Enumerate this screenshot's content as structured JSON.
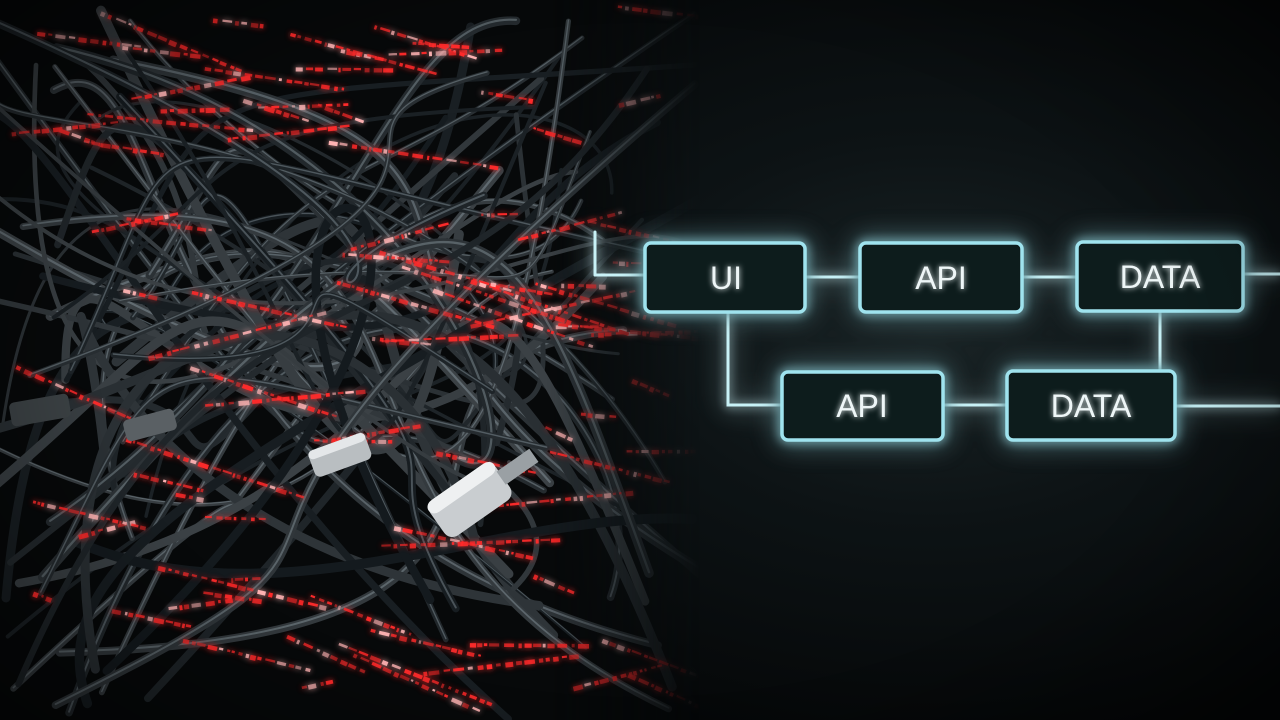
{
  "diagram": {
    "nodes": [
      {
        "id": "ui",
        "label": "UI"
      },
      {
        "id": "api_top",
        "label": "API"
      },
      {
        "id": "data_top",
        "label": "DATA"
      },
      {
        "id": "api_bottom",
        "label": "API"
      },
      {
        "id": "data_bottom",
        "label": "DATA"
      }
    ],
    "connections": [
      [
        "ui",
        "api_top"
      ],
      [
        "api_top",
        "data_top"
      ],
      [
        "ui",
        "api_bottom"
      ],
      [
        "api_bottom",
        "data_bottom"
      ],
      [
        "data_top",
        "data_bottom"
      ]
    ],
    "glow_color": "#9fe3ee",
    "line_color": "#c9f2f7"
  },
  "cables": {
    "accent_color": "#ff2a2a",
    "cable_color": "#1c2226",
    "plug_color": "#d8dcde"
  }
}
